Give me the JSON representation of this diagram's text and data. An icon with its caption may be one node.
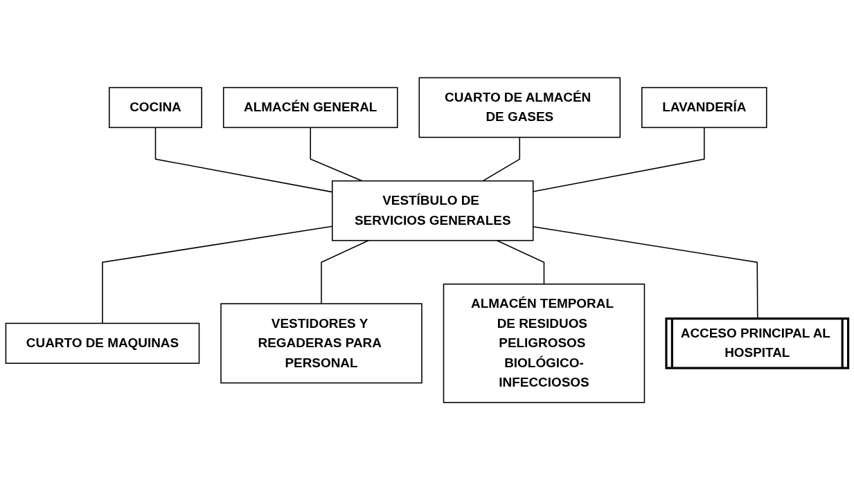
{
  "diagram": {
    "nodes": [
      {
        "text": [
          "ALMACÉN GENERAL"
        ]
      },
      {
        "text": [
          "COCINA"
        ]
      },
      {
        "text": [
          "CUARTO DE ALMACÉN DE GASES"
        ]
      },
      {
        "text": [
          "LAVANDERÍA"
        ]
      },
      {
        "text": [
          "VESTÍBULO DE SERVICIOS GENERALES"
        ]
      },
      {
        "text": [
          "CUARTO DE MAQUINAS"
        ]
      },
      {
        "text": [
          "VESTIDORES Y REGADERAS PARA PERSONAL"
        ]
      },
      {
        "text": [
          "ALMACÉN TEMPORAL DE RESIDUOS PELIGROSOS BIOLÓGICO-INFECCIOSOS"
        ]
      },
      {
        "text": [
          "ACCESO PRINCIPAL AL HOSPITAL"
        ]
      }
    ],
    "edges": [
      {
        "from": 1,
        "to": 4,
        "arrow": "none"
      },
      {
        "from": 0,
        "to": 4,
        "arrow": "none"
      },
      {
        "from": 2,
        "to": 4,
        "arrow": "none"
      },
      {
        "from": 3,
        "to": 4,
        "arrow": "none"
      },
      {
        "from": 4,
        "to": 5,
        "arrow": "none"
      },
      {
        "from": 4,
        "to": 6,
        "arrow": "none"
      },
      {
        "from": 4,
        "to": 7,
        "arrow": "none"
      },
      {
        "from": 4,
        "to": 8,
        "arrow": "none"
      }
    ]
  }
}
